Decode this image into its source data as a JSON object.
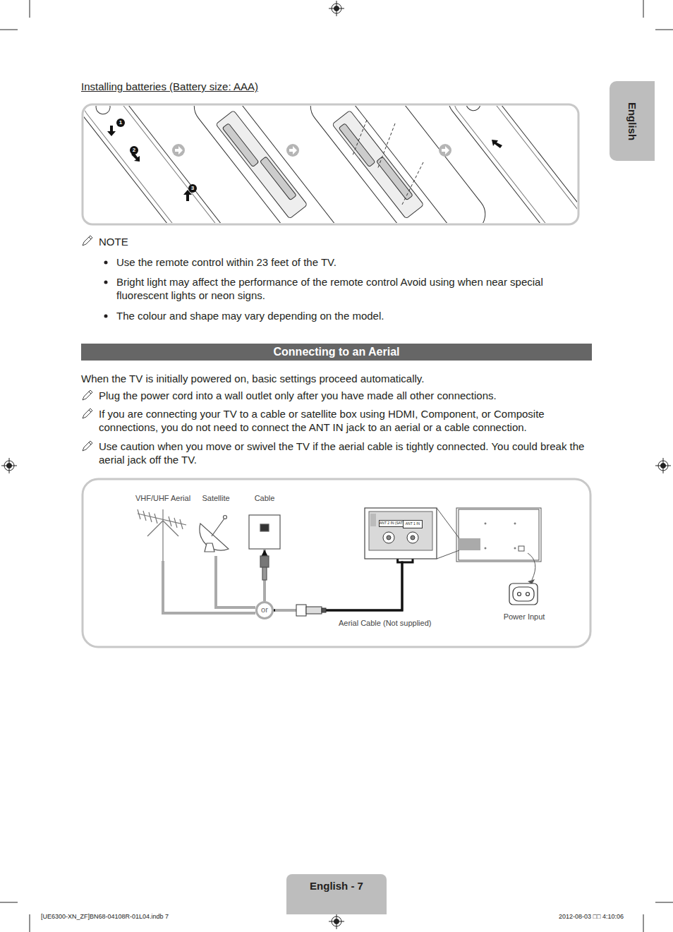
{
  "diagram": {
    "title": "Installing batteries (Battery size: AAA)",
    "nodes": [
      {
        "text": [
          "English"
        ]
      },
      {
        "text": [
          "Connecting to an Aerial"
        ]
      },
      {
        "text": [
          "VHF/UHF Aerial"
        ]
      },
      {
        "text": [
          "Satellite"
        ]
      },
      {
        "text": [
          "Cable"
        ]
      },
      {
        "text": [
          "or"
        ]
      },
      {
        "text": [
          "ANT 2 IN (SATELLITE)"
        ]
      },
      {
        "text": [
          "ANT 1 IN"
        ]
      },
      {
        "text": [
          "Power Input"
        ]
      },
      {
        "text": [
          "English - 7"
        ]
      }
    ],
    "edges": [
      {
        "from": 2,
        "to": 5,
        "arrow": "none"
      },
      {
        "from": 3,
        "to": 5,
        "arrow": "none"
      },
      {
        "from": 5,
        "to": 4,
        "arrow": "to"
      },
      {
        "from": 5,
        "to": 6,
        "arrow": "to"
      },
      {
        "from": 5,
        "to": 7,
        "arrow": "to"
      }
    ],
    "labels": [
      "1",
      "2",
      "3",
      "NOTE",
      "Use the remote control within 23 feet of the TV.",
      "Bright light may affect the performance of the remote control Avoid using when near special fluorescent lights or neon signs.",
      "The colour and shape may vary depending on the model.",
      "When the TV is initially powered on, basic settings proceed automatically.",
      "Plug the power cord into a wall outlet only after you have made all other connections.",
      "If you are connecting your TV to a cable or satellite box using HDMI, Component, or Composite connections, you do not need to connect the ANT IN jack to an aerial or a cable connection.",
      "Use caution when you move or swivel the TV if the aerial cable is tightly connected. You could break the aerial jack off the TV.",
      "Aerial Cable (Not supplied)",
      "[UE6300-XN_ZF]BN68-04108R-01L04.indb 7",
      "2012-08-03 □□ 4:10:06"
    ]
  }
}
